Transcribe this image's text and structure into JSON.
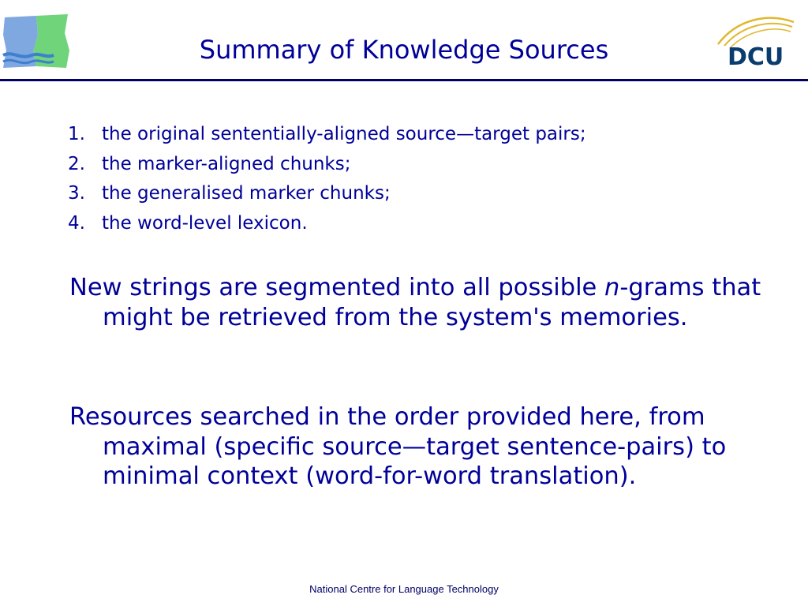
{
  "slide": {
    "title": "Summary of Knowledge Sources",
    "logo_right_text": "DCU",
    "list": [
      {
        "num": "1.",
        "text": "the original sententially-aligned source—target pairs;"
      },
      {
        "num": "2.",
        "text": "the marker-aligned chunks;"
      },
      {
        "num": "3.",
        "text": "the generalised marker chunks;"
      },
      {
        "num": "4.",
        "text": "the word-level lexicon."
      }
    ],
    "para1": {
      "before": "New strings are segmented into all possible ",
      "italic": "n",
      "after": "-grams that might be retrieved from the system's memories."
    },
    "para2": "Resources searched in the order provided here, from maximal (specific source—target sentence-pairs) to minimal context (word-for-word translation).",
    "footer": "National Centre for Language Technology"
  },
  "colors": {
    "text": "#000099",
    "rule": "#000066",
    "logo_blue": "#5b9bd5",
    "logo_green": "#5fcf6a",
    "logo_gold": "#e0b830"
  }
}
